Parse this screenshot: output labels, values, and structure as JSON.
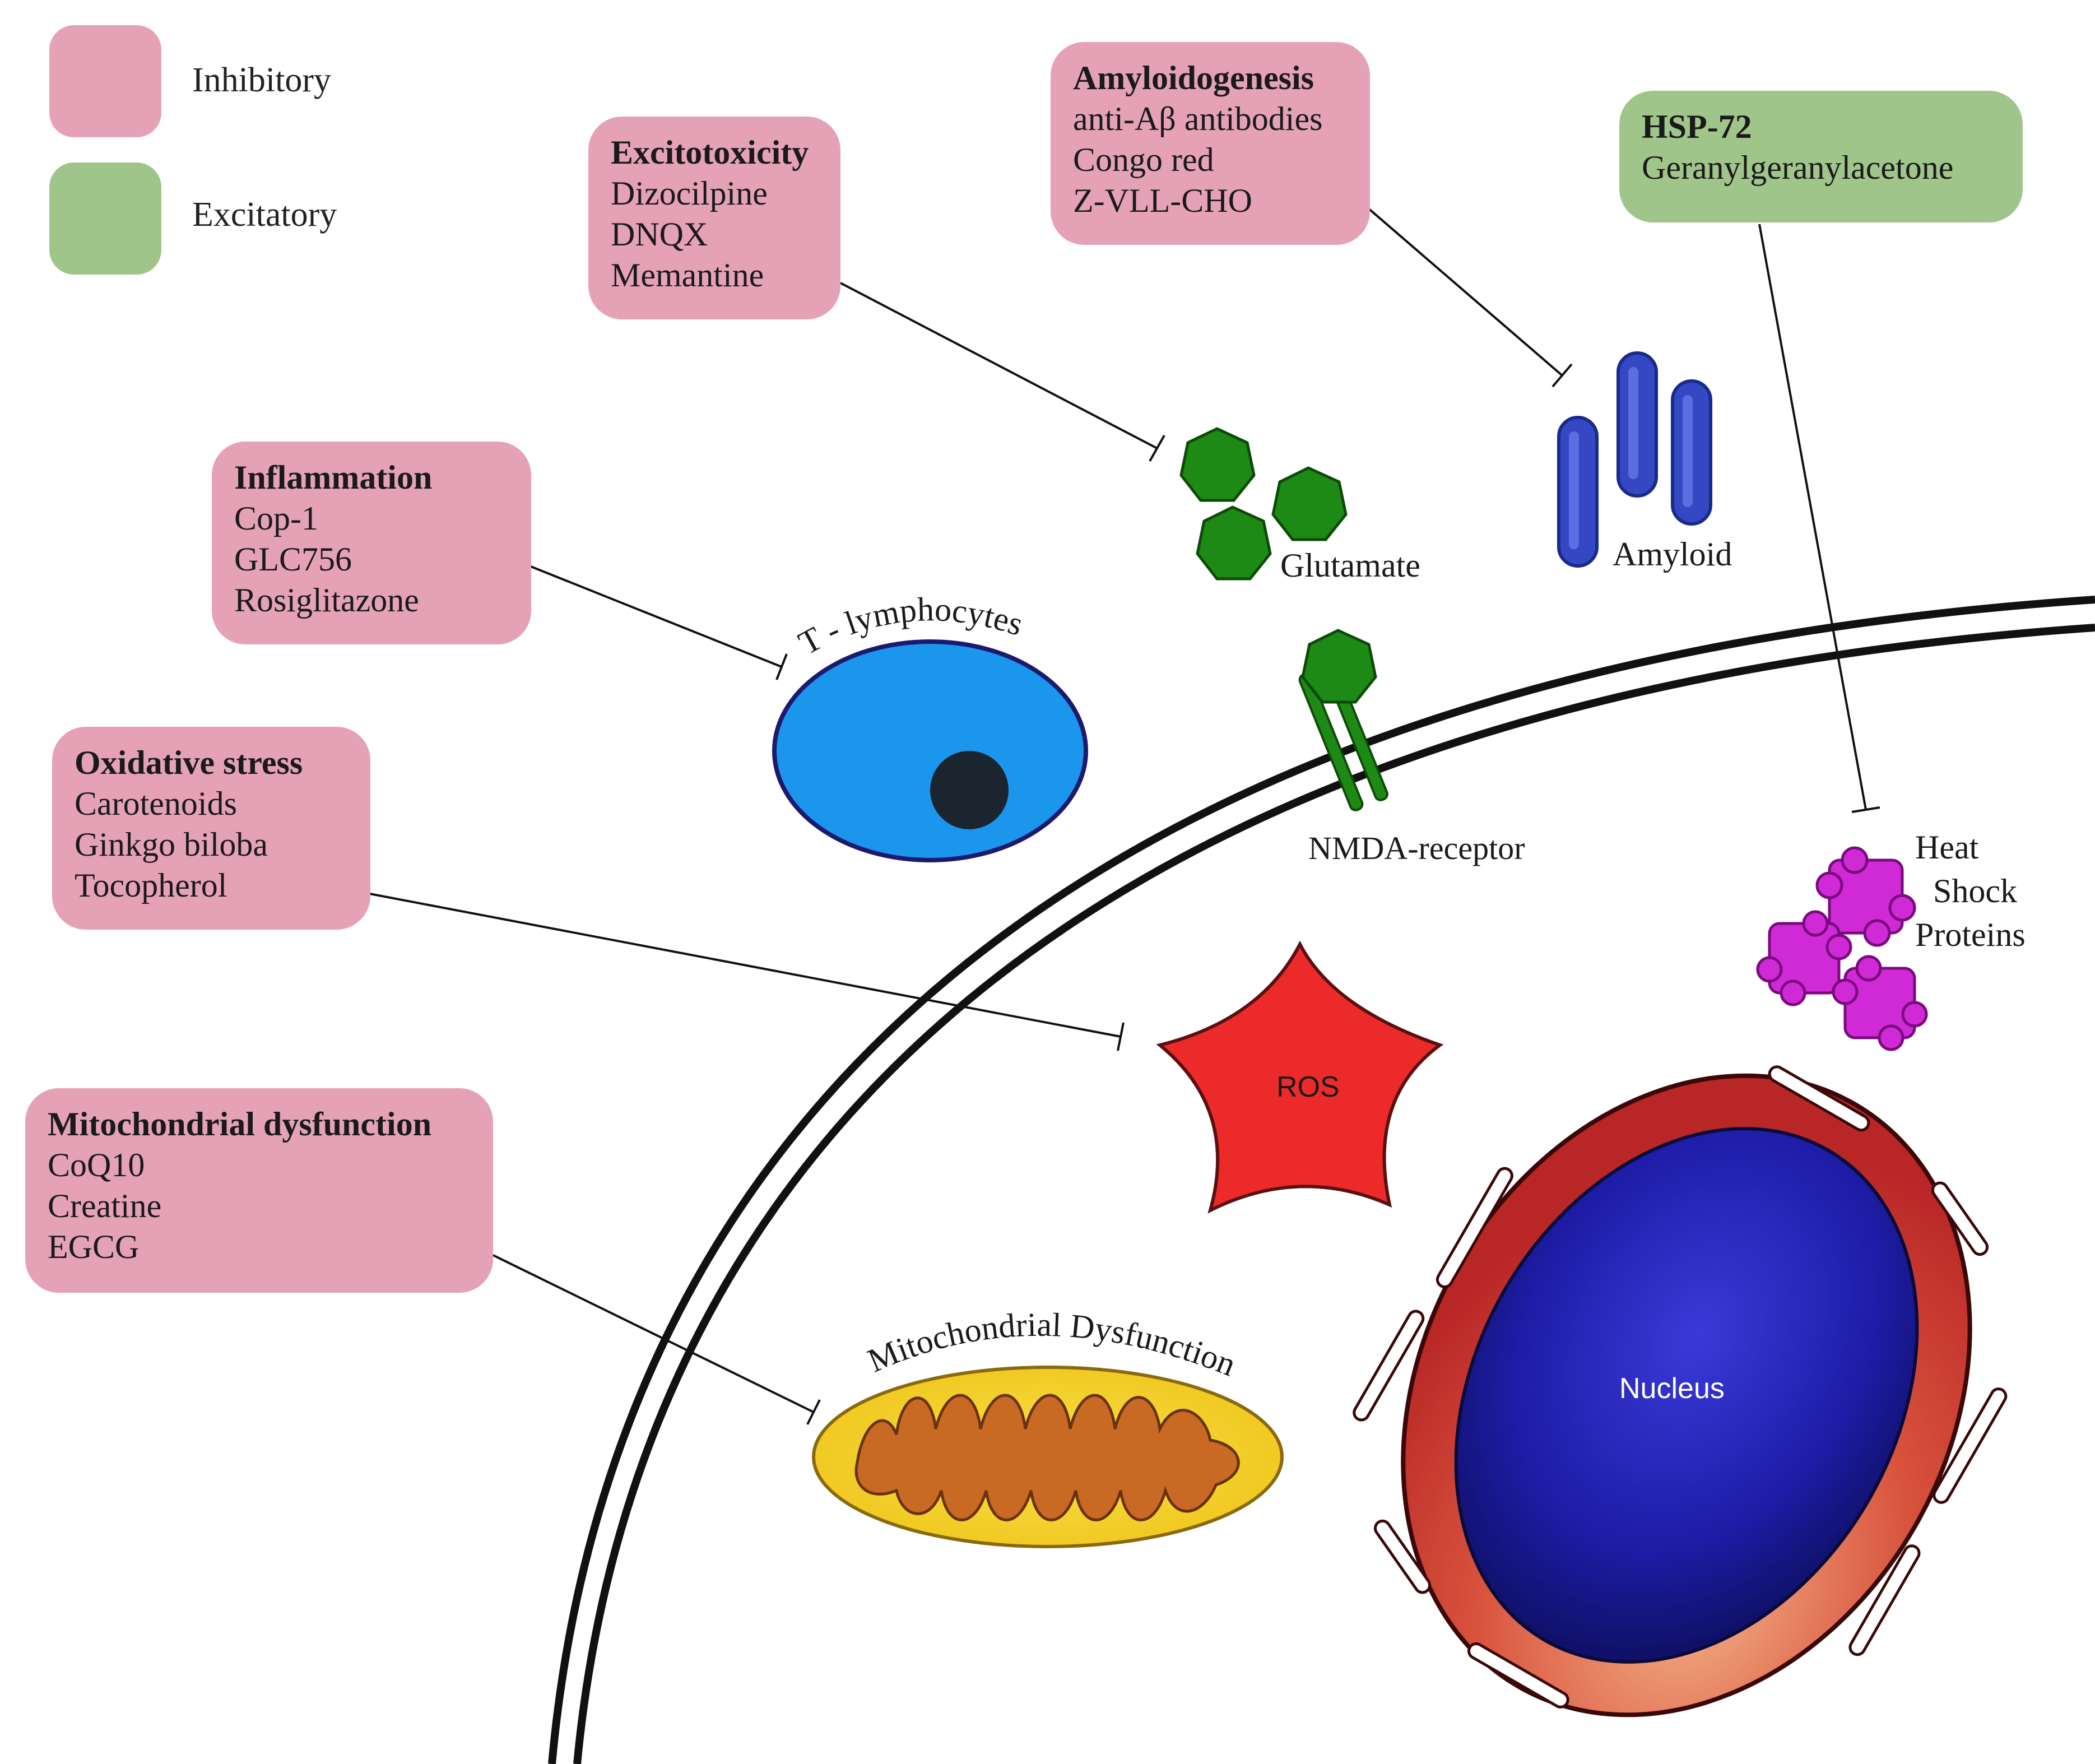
{
  "legend": [
    {
      "label": "Inhibitory",
      "color": "#e5a2b7"
    },
    {
      "label": "Excitatory",
      "color": "#a0c58b"
    }
  ],
  "boxes": {
    "excitotoxicity": {
      "title": "Excitotoxicity",
      "items": [
        "Dizocilpine",
        "DNQX",
        "Memantine"
      ],
      "type": "inhibitory"
    },
    "amyloidogenesis": {
      "title": "Amyloidogenesis",
      "items": [
        "anti-Aβ antibodies",
        "Congo red",
        "Z-VLL-CHO"
      ],
      "type": "inhibitory"
    },
    "hsp72": {
      "title": "HSP-72",
      "items": [
        "Geranylgeranylacetone"
      ],
      "type": "excitatory"
    },
    "inflammation": {
      "title": "Inflammation",
      "items": [
        "Cop-1",
        "GLC756",
        "Rosiglitazone"
      ],
      "type": "inhibitory"
    },
    "oxidative": {
      "title": "Oxidative stress",
      "items": [
        "Carotenoids",
        "Ginkgo biloba",
        "Tocopherol"
      ],
      "type": "inhibitory"
    },
    "mitochondrial": {
      "title": "Mitochondrial dysfunction",
      "items": [
        "CoQ10",
        "Creatine",
        "EGCG"
      ],
      "type": "inhibitory"
    }
  },
  "labels": {
    "glutamate": "Glutamate",
    "amyloid": "Amyloid",
    "t_lymphocytes": "T - lymphocytes",
    "nmda_receptor": "NMDA-receptor",
    "heat_shock_proteins": [
      "Heat",
      "Shock",
      "Proteins"
    ],
    "ros": "ROS",
    "mitochondrial_dysfunction": "Mitochondrial Dysfunction",
    "nucleus": "Nucleus"
  },
  "colors": {
    "inhibitory": "#e5a2b7",
    "excitatory": "#a0c58b",
    "glutamate": "#1c8a14",
    "amyloid": "#3448c4",
    "t_cell": "#1a96ec",
    "ros": "#ec2a2a",
    "hsp": "#d02ad6",
    "nucleus": "#1a1a9a",
    "nucleus_envelope": "#c8302e",
    "mitochondrion": "#f2d224",
    "mito_inner": "#c86a24"
  }
}
